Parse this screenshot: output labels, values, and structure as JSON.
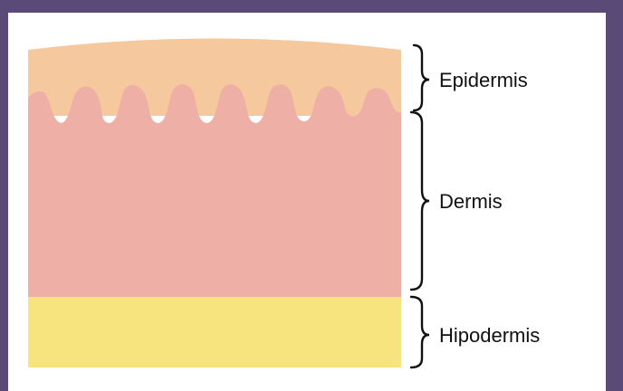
{
  "diagram": {
    "layers": [
      {
        "id": "epidermis",
        "label": "Epidermis",
        "color": "#f6c89d"
      },
      {
        "id": "dermis",
        "label": "Dermis",
        "color": "#eeafa6"
      },
      {
        "id": "hypodermis",
        "label": "Hipodermis",
        "color": "#f7e47e"
      }
    ],
    "frame_border_color": "#5a4a78",
    "background_color": "#ffffff"
  }
}
